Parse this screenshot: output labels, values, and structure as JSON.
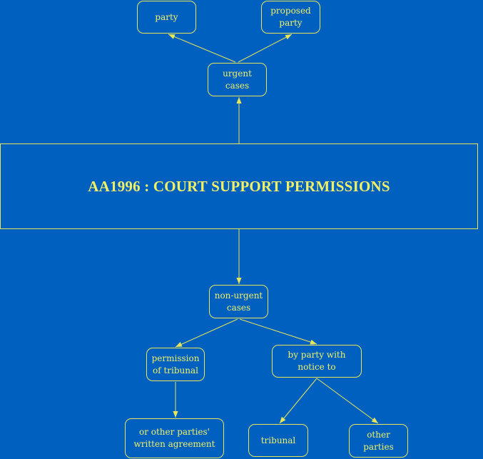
{
  "diagram": {
    "title": "AA1996 : COURT SUPPORT PERMISSIONS",
    "nodes": {
      "party": "party",
      "proposed_party": "proposed\nparty",
      "urgent_cases": "urgent cases",
      "non_urgent_cases": "non-urgent\ncases",
      "permission_of_tribunal": "permission\nof tribunal",
      "by_party_with_notice": "by party with\nnotice to",
      "written_agreement": "or other parties'\nwritten agreement",
      "tribunal": "tribunal",
      "other_parties": "other\nparties"
    },
    "edges": [
      [
        "main",
        "urgent_cases"
      ],
      [
        "urgent_cases",
        "party"
      ],
      [
        "urgent_cases",
        "proposed_party"
      ],
      [
        "main",
        "non_urgent_cases"
      ],
      [
        "non_urgent_cases",
        "permission_of_tribunal"
      ],
      [
        "non_urgent_cases",
        "by_party_with_notice"
      ],
      [
        "permission_of_tribunal",
        "written_agreement"
      ],
      [
        "by_party_with_notice",
        "tribunal"
      ],
      [
        "by_party_with_notice",
        "other_parties"
      ]
    ],
    "colors": {
      "background": "#0060C0",
      "line": "#E6E65A",
      "text": "#F0F066"
    }
  }
}
